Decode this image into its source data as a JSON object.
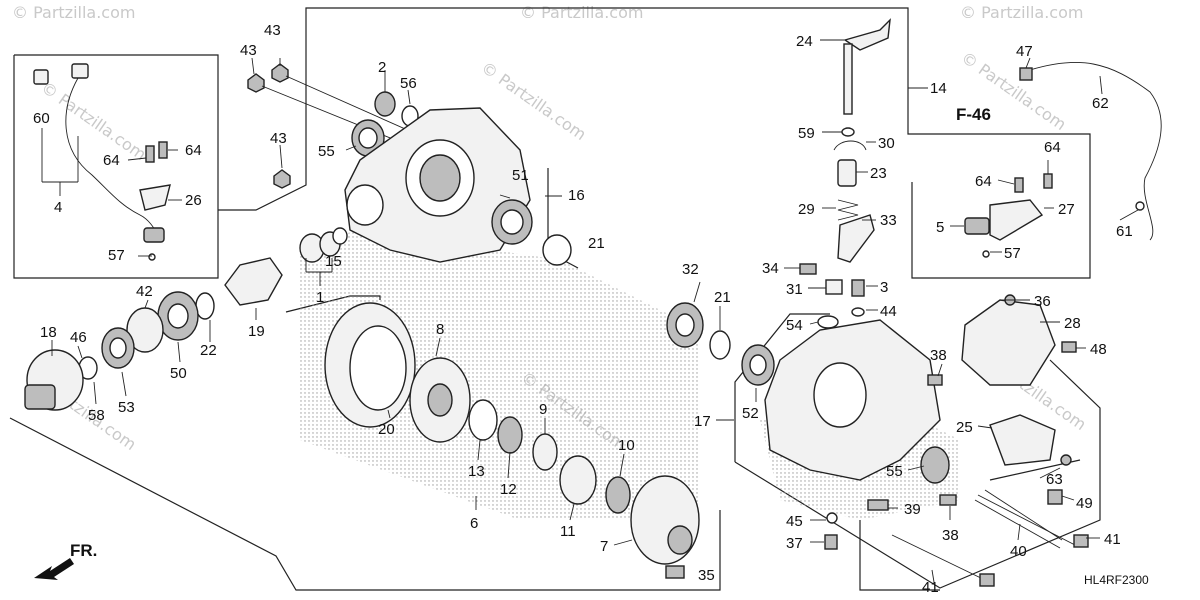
{
  "diagram": {
    "section_reference": "F-46",
    "direction_label": "FR.",
    "diagram_code": "HL4RF2300",
    "watermark_text": "© Partzilla.com",
    "part_callouts": [
      "1",
      "2",
      "3",
      "4",
      "5",
      "6",
      "7",
      "8",
      "9",
      "10",
      "11",
      "12",
      "13",
      "14",
      "15",
      "16",
      "17",
      "18",
      "19",
      "20",
      "21",
      "22",
      "23",
      "24",
      "25",
      "26",
      "27",
      "28",
      "29",
      "30",
      "31",
      "32",
      "33",
      "34",
      "35",
      "36",
      "37",
      "38",
      "39",
      "40",
      "41",
      "42",
      "43",
      "44",
      "45",
      "46",
      "47",
      "48",
      "49",
      "50",
      "51",
      "52",
      "53",
      "54",
      "55",
      "56",
      "57",
      "58",
      "59",
      "60",
      "61",
      "62",
      "63",
      "64"
    ]
  }
}
